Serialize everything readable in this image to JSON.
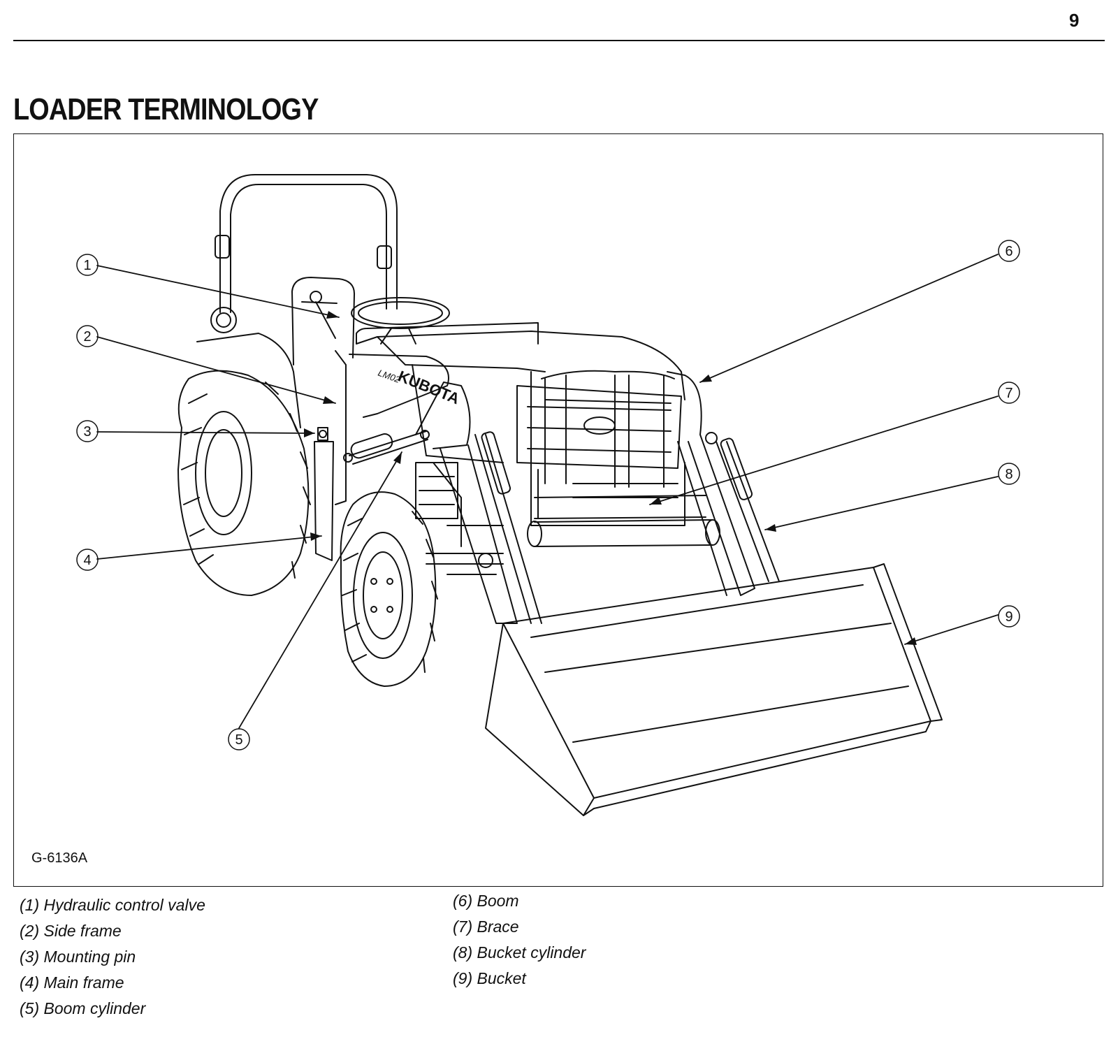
{
  "page_number": "9",
  "title": "LOADER TERMINOLOGY",
  "figure": {
    "code": "G-6136A",
    "brand_marking": "KUBOTA",
    "model_marking": "LM02",
    "callouts": [
      "1",
      "2",
      "3",
      "4",
      "5",
      "6",
      "7",
      "8",
      "9"
    ]
  },
  "legend": {
    "left": [
      "(1) Hydraulic control valve",
      "(2) Side frame",
      "(3) Mounting pin",
      "(4) Main frame",
      "(5) Boom cylinder"
    ],
    "right": [
      "(6) Boom",
      "(7) Brace",
      "(8) Bucket cylinder",
      "(9) Bucket"
    ]
  }
}
